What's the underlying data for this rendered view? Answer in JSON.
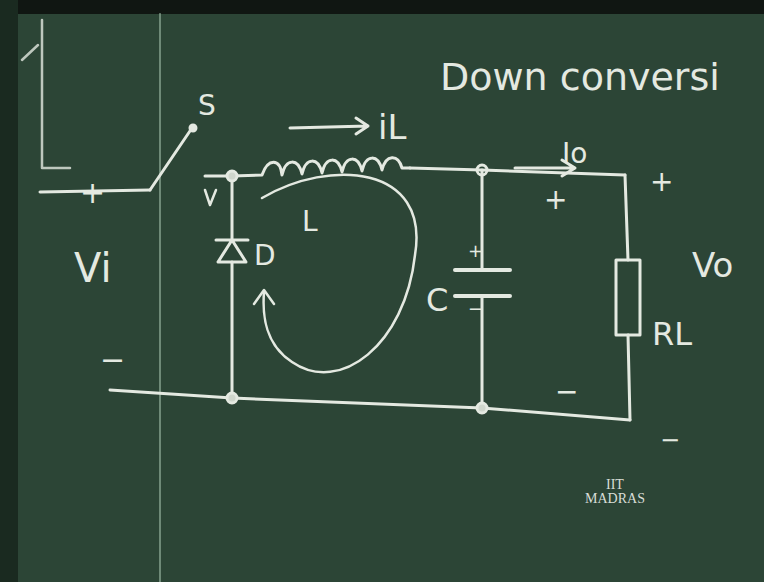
{
  "diagram": {
    "title": "Down conversi",
    "labels": [
      "S",
      "iL",
      "L",
      "Io",
      "+",
      "Vi",
      "−",
      "D",
      "+",
      "−",
      "C",
      "+",
      "+",
      "Vo",
      "RL",
      "−",
      "−",
      "IIT MADRAS"
    ]
  }
}
